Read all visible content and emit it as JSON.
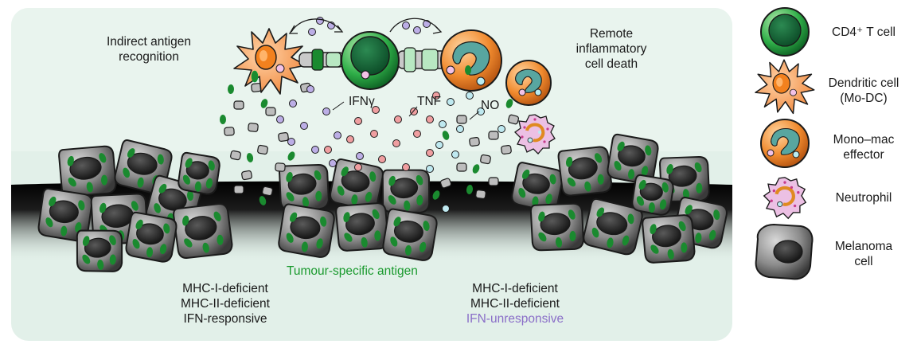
{
  "colors": {
    "panel_bg": "#e2f0e9",
    "tumour_green": "#1a8a2f",
    "ifn_purple": "#8a6ec8",
    "tcell_green": "#1e9c3a",
    "dc_orange": "#f59b4b",
    "monomac_orange": "#e8761e",
    "neutrophil_pink": "#e6b4de"
  },
  "labels": {
    "indirect": [
      "Indirect antigen",
      "recognition"
    ],
    "remote": [
      "Remote",
      "inflammatory",
      "cell death"
    ],
    "ifng": "IFNγ",
    "tnf": "TNF",
    "no": "NO",
    "tumour_antigen": "Tumour-specific antigen",
    "left_group": [
      "MHC-I-deficient",
      "MHC-II-deficient",
      "IFN-responsive"
    ],
    "right_group": [
      "MHC-I-deficient",
      "MHC-II-deficient",
      "IFN-unresponsive"
    ]
  },
  "legend": {
    "cd4": "CD4⁺ T cell",
    "dc": [
      "Dendritic cell",
      "(Mo-DC)"
    ],
    "monomac": [
      "Mono–mac",
      "effector"
    ],
    "neutrophil": "Neutrophil",
    "melanoma": [
      "Melanoma",
      "cell"
    ]
  },
  "icons": [
    "cd4-t-cell-icon",
    "dendritic-cell-icon",
    "mono-mac-icon",
    "neutrophil-icon",
    "melanoma-cell-icon"
  ]
}
